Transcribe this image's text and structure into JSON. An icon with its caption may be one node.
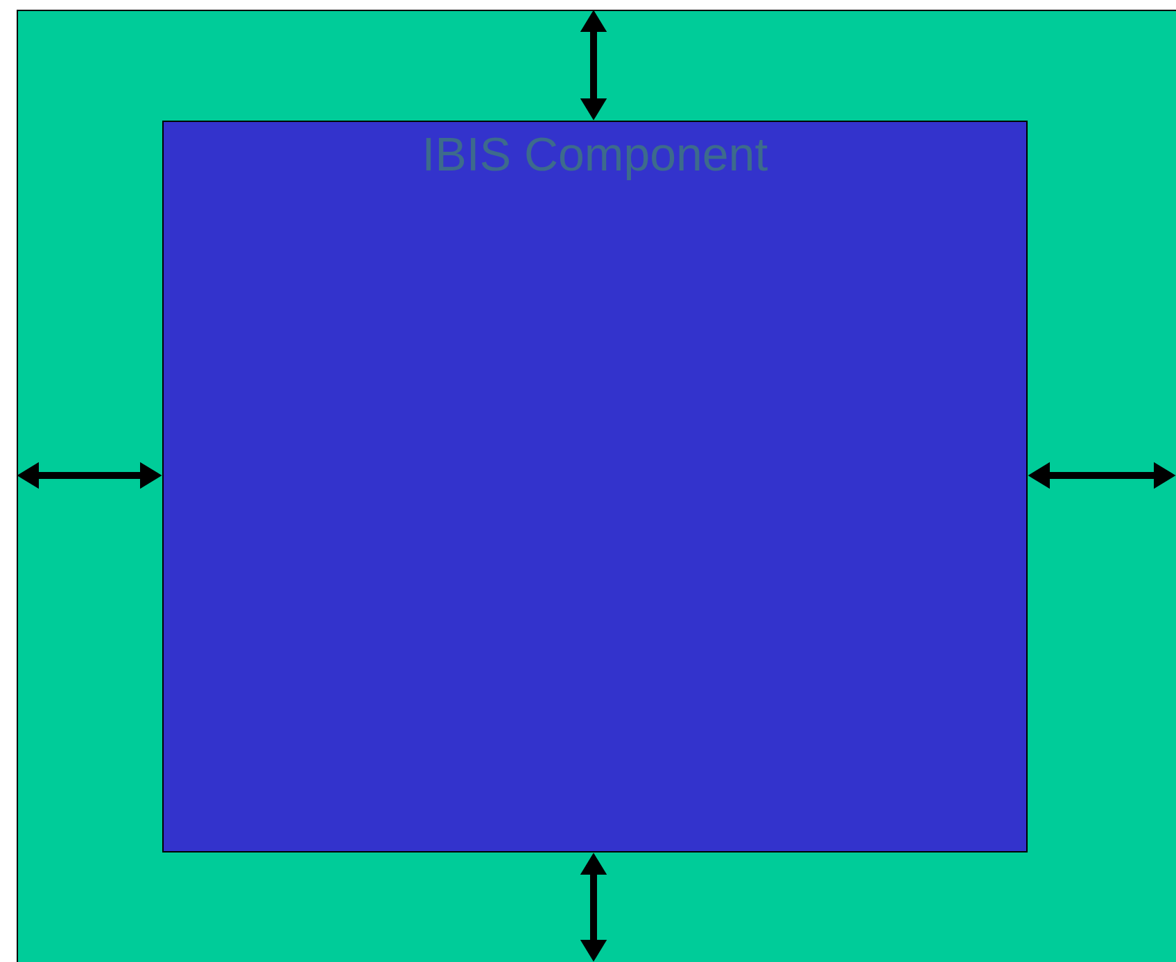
{
  "diagram": {
    "nodes": [
      {
        "text": [],
        "shape": "box"
      },
      {
        "text": [
          "IBIS Component"
        ],
        "in": 0
      }
    ],
    "edges": [
      {
        "from": 0,
        "to": 1,
        "arrow": "both"
      },
      {
        "from": 0,
        "to": 1,
        "arrow": "both"
      },
      {
        "from": null,
        "to": 1,
        "arrow": "both"
      },
      {
        "from": null,
        "to": 1,
        "arrow": "both"
      }
    ]
  }
}
